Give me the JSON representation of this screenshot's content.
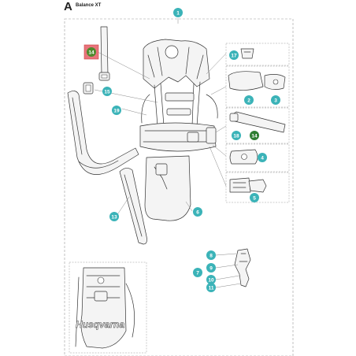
{
  "header": {
    "section": "A",
    "title": "Balance XT"
  },
  "callouts": [
    {
      "id": "c1",
      "label": "1",
      "color": "#3bb3b8"
    },
    {
      "id": "c2",
      "label": "2",
      "color": "#3bb3b8"
    },
    {
      "id": "c3",
      "label": "3",
      "color": "#3bb3b8"
    },
    {
      "id": "c4",
      "label": "4",
      "color": "#3bb3b8"
    },
    {
      "id": "c5",
      "label": "5",
      "color": "#3bb3b8"
    },
    {
      "id": "c6",
      "label": "6",
      "color": "#3bb3b8"
    },
    {
      "id": "c7",
      "label": "7",
      "color": "#3bb3b8"
    },
    {
      "id": "c8",
      "label": "8",
      "color": "#3bb3b8"
    },
    {
      "id": "c9",
      "label": "9",
      "color": "#3bb3b8"
    },
    {
      "id": "c10",
      "label": "10",
      "color": "#3bb3b8"
    },
    {
      "id": "c11",
      "label": "11",
      "color": "#3bb3b8"
    },
    {
      "id": "c13",
      "label": "13",
      "color": "#3bb3b8"
    },
    {
      "id": "c14a",
      "label": "14",
      "color": "#4e8a2c",
      "highlight": "#e8747c"
    },
    {
      "id": "c14b",
      "label": "14",
      "color": "#2e7d32"
    },
    {
      "id": "c15",
      "label": "15",
      "color": "#3bb3b8"
    },
    {
      "id": "c17",
      "label": "17",
      "color": "#3bb3b8"
    },
    {
      "id": "c18",
      "label": "18",
      "color": "#3bb3b8"
    },
    {
      "id": "c19",
      "label": "19",
      "color": "#3bb3b8"
    }
  ],
  "logo_text": "Husqvarna"
}
